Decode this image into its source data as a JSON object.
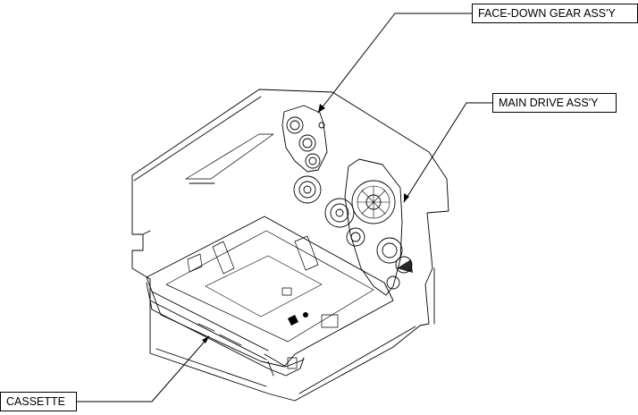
{
  "callouts": {
    "face_down_gear": "FACE-DOWN GEAR ASS'Y",
    "main_drive": "MAIN DRIVE ASS'Y",
    "cassette": "CASSETTE"
  },
  "colors": {
    "line": "#000000",
    "background": "#ffffff"
  }
}
